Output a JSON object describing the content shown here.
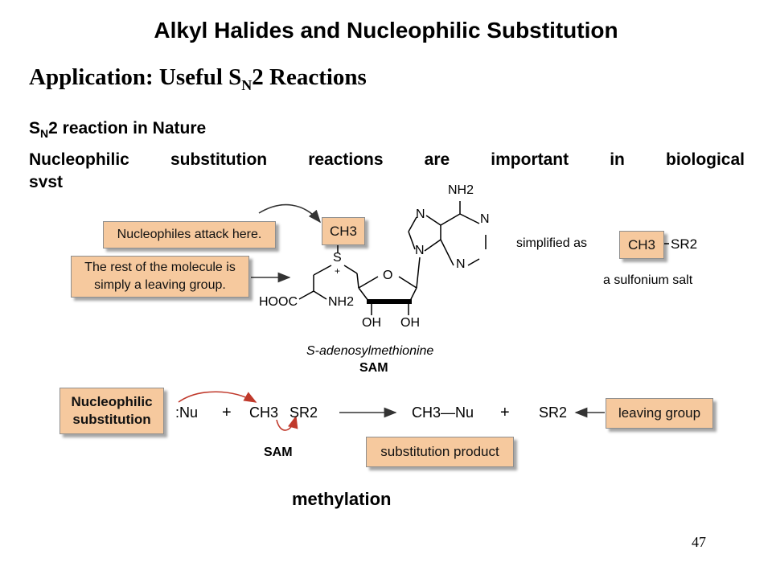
{
  "slide": {
    "title": "Alkyl Halides and Nucleophilic Substitution",
    "subtitle_main": "Application: Useful S",
    "subtitle_sub": "N",
    "subtitle_end": "2 Reactions",
    "heading_s": "S",
    "heading_sub": "N",
    "heading_end": "2 reaction in Nature",
    "paragraph_line1": "Nucleophilic substitution reactions are important in biological",
    "paragraph_line2": "syst",
    "page_number": "47"
  },
  "figure": {
    "callout_nucleophiles": "Nucleophiles attack here.",
    "callout_rest_line1": "The rest of the molecule is",
    "callout_rest_line2": "simply a leaving group.",
    "ch3_box": "CH3",
    "s_atom": "S",
    "s_plus": "+",
    "nh2_top": "NH2",
    "hooc": "HOOC",
    "nh2_bottom": "NH2",
    "oh_left": "OH",
    "oh_right": "OH",
    "ring_o": "O",
    "n1": "N",
    "n2": "N",
    "n3": "N",
    "n4": "N",
    "simplified_as": "simplified as",
    "sulfonium_ch3": "CH3",
    "sulfonium_sr2": "SR2",
    "sulfonium_salt": "a sulfonium salt",
    "sam_name": "S-adenosylmethionine",
    "sam_abbrev": "SAM",
    "reaction_box_line1": "Nucleophilic",
    "reaction_box_line2": "substitution",
    "nu": ":Nu",
    "plus1": "+",
    "ch3_react": "CH3",
    "sr2_react": "SR2",
    "sam_label": "SAM",
    "product": "CH3—Nu",
    "plus2": "+",
    "sr2_product": "SR2",
    "leaving_group_label": "leaving group",
    "substitution_product_label": "substitution product",
    "methylation": "methylation"
  }
}
